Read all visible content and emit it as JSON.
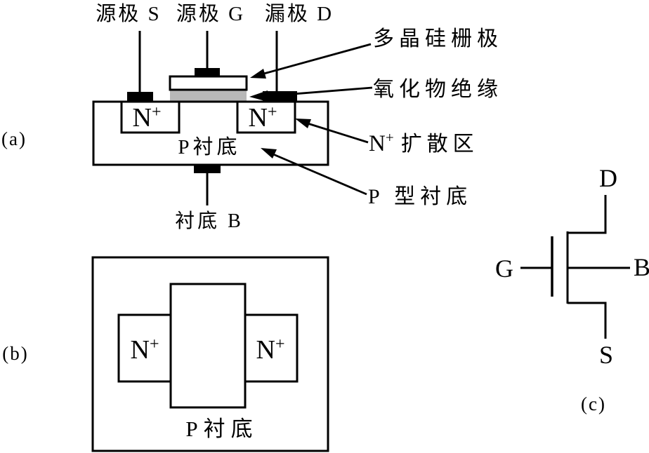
{
  "colors": {
    "ink": "#000000",
    "oxide": "#b8b8b8",
    "background": "#ffffff"
  },
  "panel_a": {
    "label": "(a)",
    "electrodes": {
      "source": "源极 S",
      "gate": "源极 G",
      "drain": "漏极 D"
    },
    "wells": {
      "left_n": "N",
      "left_sup": "+",
      "right_n": "N",
      "right_sup": "+"
    },
    "substrate": "P衬底",
    "body_terminal": "衬底 B"
  },
  "annotations": {
    "poly_gate": "多晶硅栅极",
    "oxide": "氧化物绝缘",
    "n_diff_n": "N",
    "n_diff_sup": "+",
    "n_diff_rest": "扩散区",
    "p_substrate": "P 型衬底"
  },
  "panel_b": {
    "label": "(b)",
    "left_n": "N",
    "left_sup": "+",
    "right_n": "N",
    "right_sup": "+",
    "substrate": "P衬底"
  },
  "panel_c": {
    "label": "(c)",
    "terminals": {
      "drain": "D",
      "gate": "G",
      "bulk": "B",
      "source": "S"
    }
  }
}
